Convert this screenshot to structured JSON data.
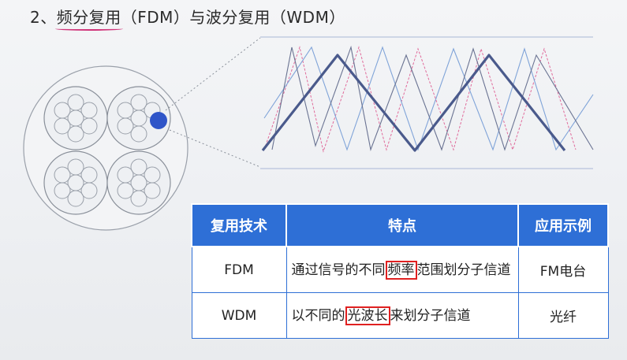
{
  "title": {
    "prefix": "2、",
    "highlight": "频分复用",
    "rest": "（FDM）与波分复用（WDM）"
  },
  "table": {
    "headers": [
      "复用技术",
      "特点",
      "应用示例"
    ],
    "rows": [
      {
        "tech": "FDM",
        "feature_before": "通过信号的不同",
        "feature_box": "频率",
        "feature_after": "范围划分子信道",
        "example": "FM电台"
      },
      {
        "tech": "WDM",
        "feature_before": "以不同的",
        "feature_box": "光波长",
        "feature_after": "来划分子信道",
        "example": "光纤"
      }
    ]
  },
  "colors": {
    "header_bg": "#2e6fd6",
    "highlight_box": "#e02020",
    "title_underline": "#d0357a",
    "wave_main": "#4a5a8c",
    "wave_blue": "#7fa3d8",
    "wave_pink": "#e06a9a"
  }
}
